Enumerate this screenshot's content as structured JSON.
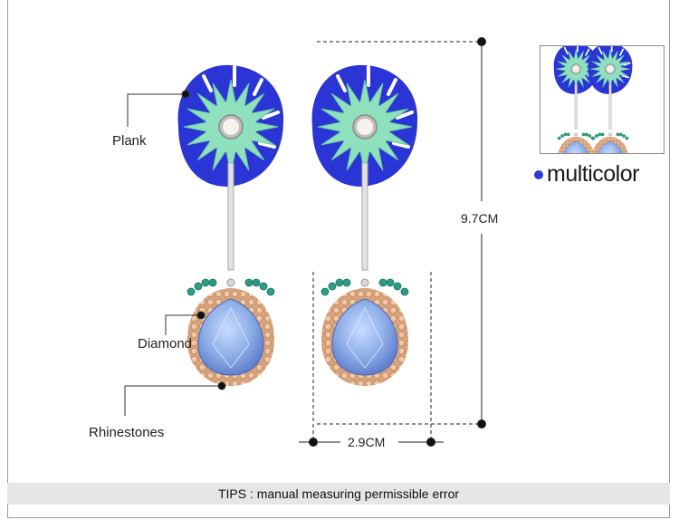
{
  "labels": {
    "plank": "Plank",
    "diamond": "Diamond",
    "rhinestones": "Rhinestones"
  },
  "dimensions": {
    "height": "9.7CM",
    "width": "2.9CM"
  },
  "color_option": {
    "name": "multicolor",
    "swatch_color": "#2a3bd6"
  },
  "tips": "TIPS : manual measuring permissible error",
  "colors": {
    "flower_blue": "#2b35d6",
    "petal_mint": "#8fe0bd",
    "stone_blue": "#8eaee8",
    "rhinestone_peach": "#e3b392",
    "diamond_green": "#2a9d84"
  }
}
